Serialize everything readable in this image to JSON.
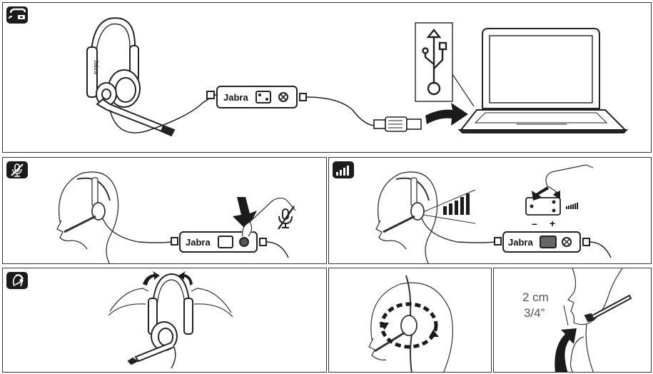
{
  "brand": "Jabra",
  "panels": {
    "connect": {
      "icon": "connect-cable-icon"
    },
    "mute": {
      "icon": "mute-microphone-icon"
    },
    "volume": {
      "icon": "volume-bars-icon",
      "minus_label": "–",
      "plus_label": "+"
    },
    "wear": {
      "icon": "wearing-headset-icon"
    },
    "mic_position": {
      "distance_metric": "2 cm",
      "distance_imperial": "3/4”"
    }
  }
}
